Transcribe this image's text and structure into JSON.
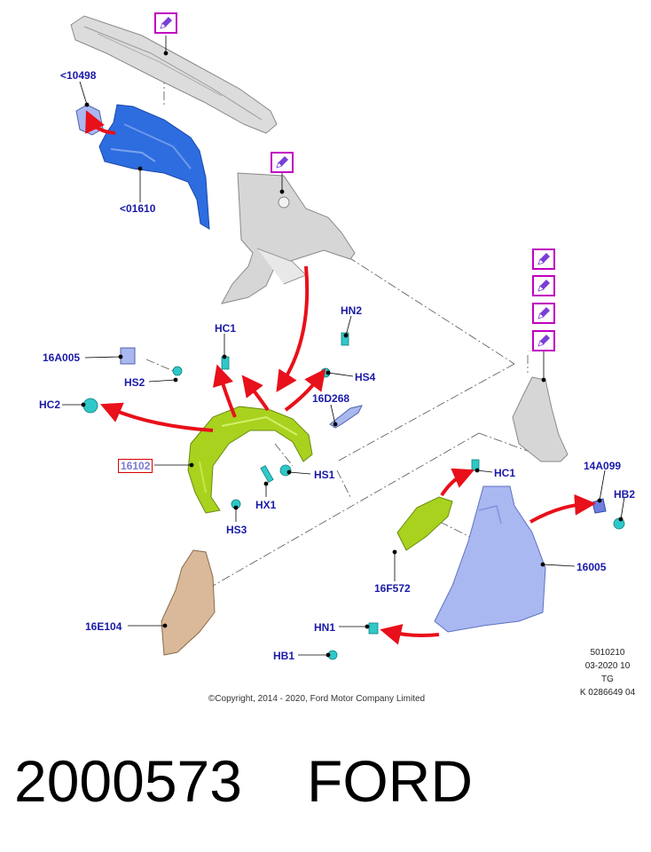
{
  "labels": {
    "p10498": "<10498",
    "p01610": "<01610",
    "hn2": "HN2",
    "hc1_left": "HC1",
    "p16a005": "16A005",
    "hs2": "HS2",
    "hs4": "HS4",
    "p16d268": "16D268",
    "hc2": "HC2",
    "p16102": "16102",
    "hs1": "HS1",
    "hx1": "HX1",
    "hs3": "HS3",
    "hc1_right": "HC1",
    "p14a099": "14A099",
    "hb2": "HB2",
    "p16005": "16005",
    "p16f572": "16F572",
    "p16e104": "16E104",
    "hn1": "HN1",
    "hb1": "HB1"
  },
  "meta": {
    "line1": "5010210",
    "line2": "03-2020 10",
    "line3": "TG",
    "line4": "K 0286649 04"
  },
  "copyright": "©Copyright, 2014 - 2020, Ford Motor Company Limited",
  "part_number": "2000573",
  "brand": "FORD",
  "colors": {
    "label_text": "#1a1aa8",
    "icon_border": "#c000c0",
    "arrow_red": "#e8101a",
    "part_blue": "#2d6de0",
    "part_green": "#a8d21e",
    "part_grey": "#d6d6d6",
    "part_lightblue": "#a9b8f0",
    "part_tan": "#d9b99a",
    "clip_cyan": "#2ec8c8"
  }
}
